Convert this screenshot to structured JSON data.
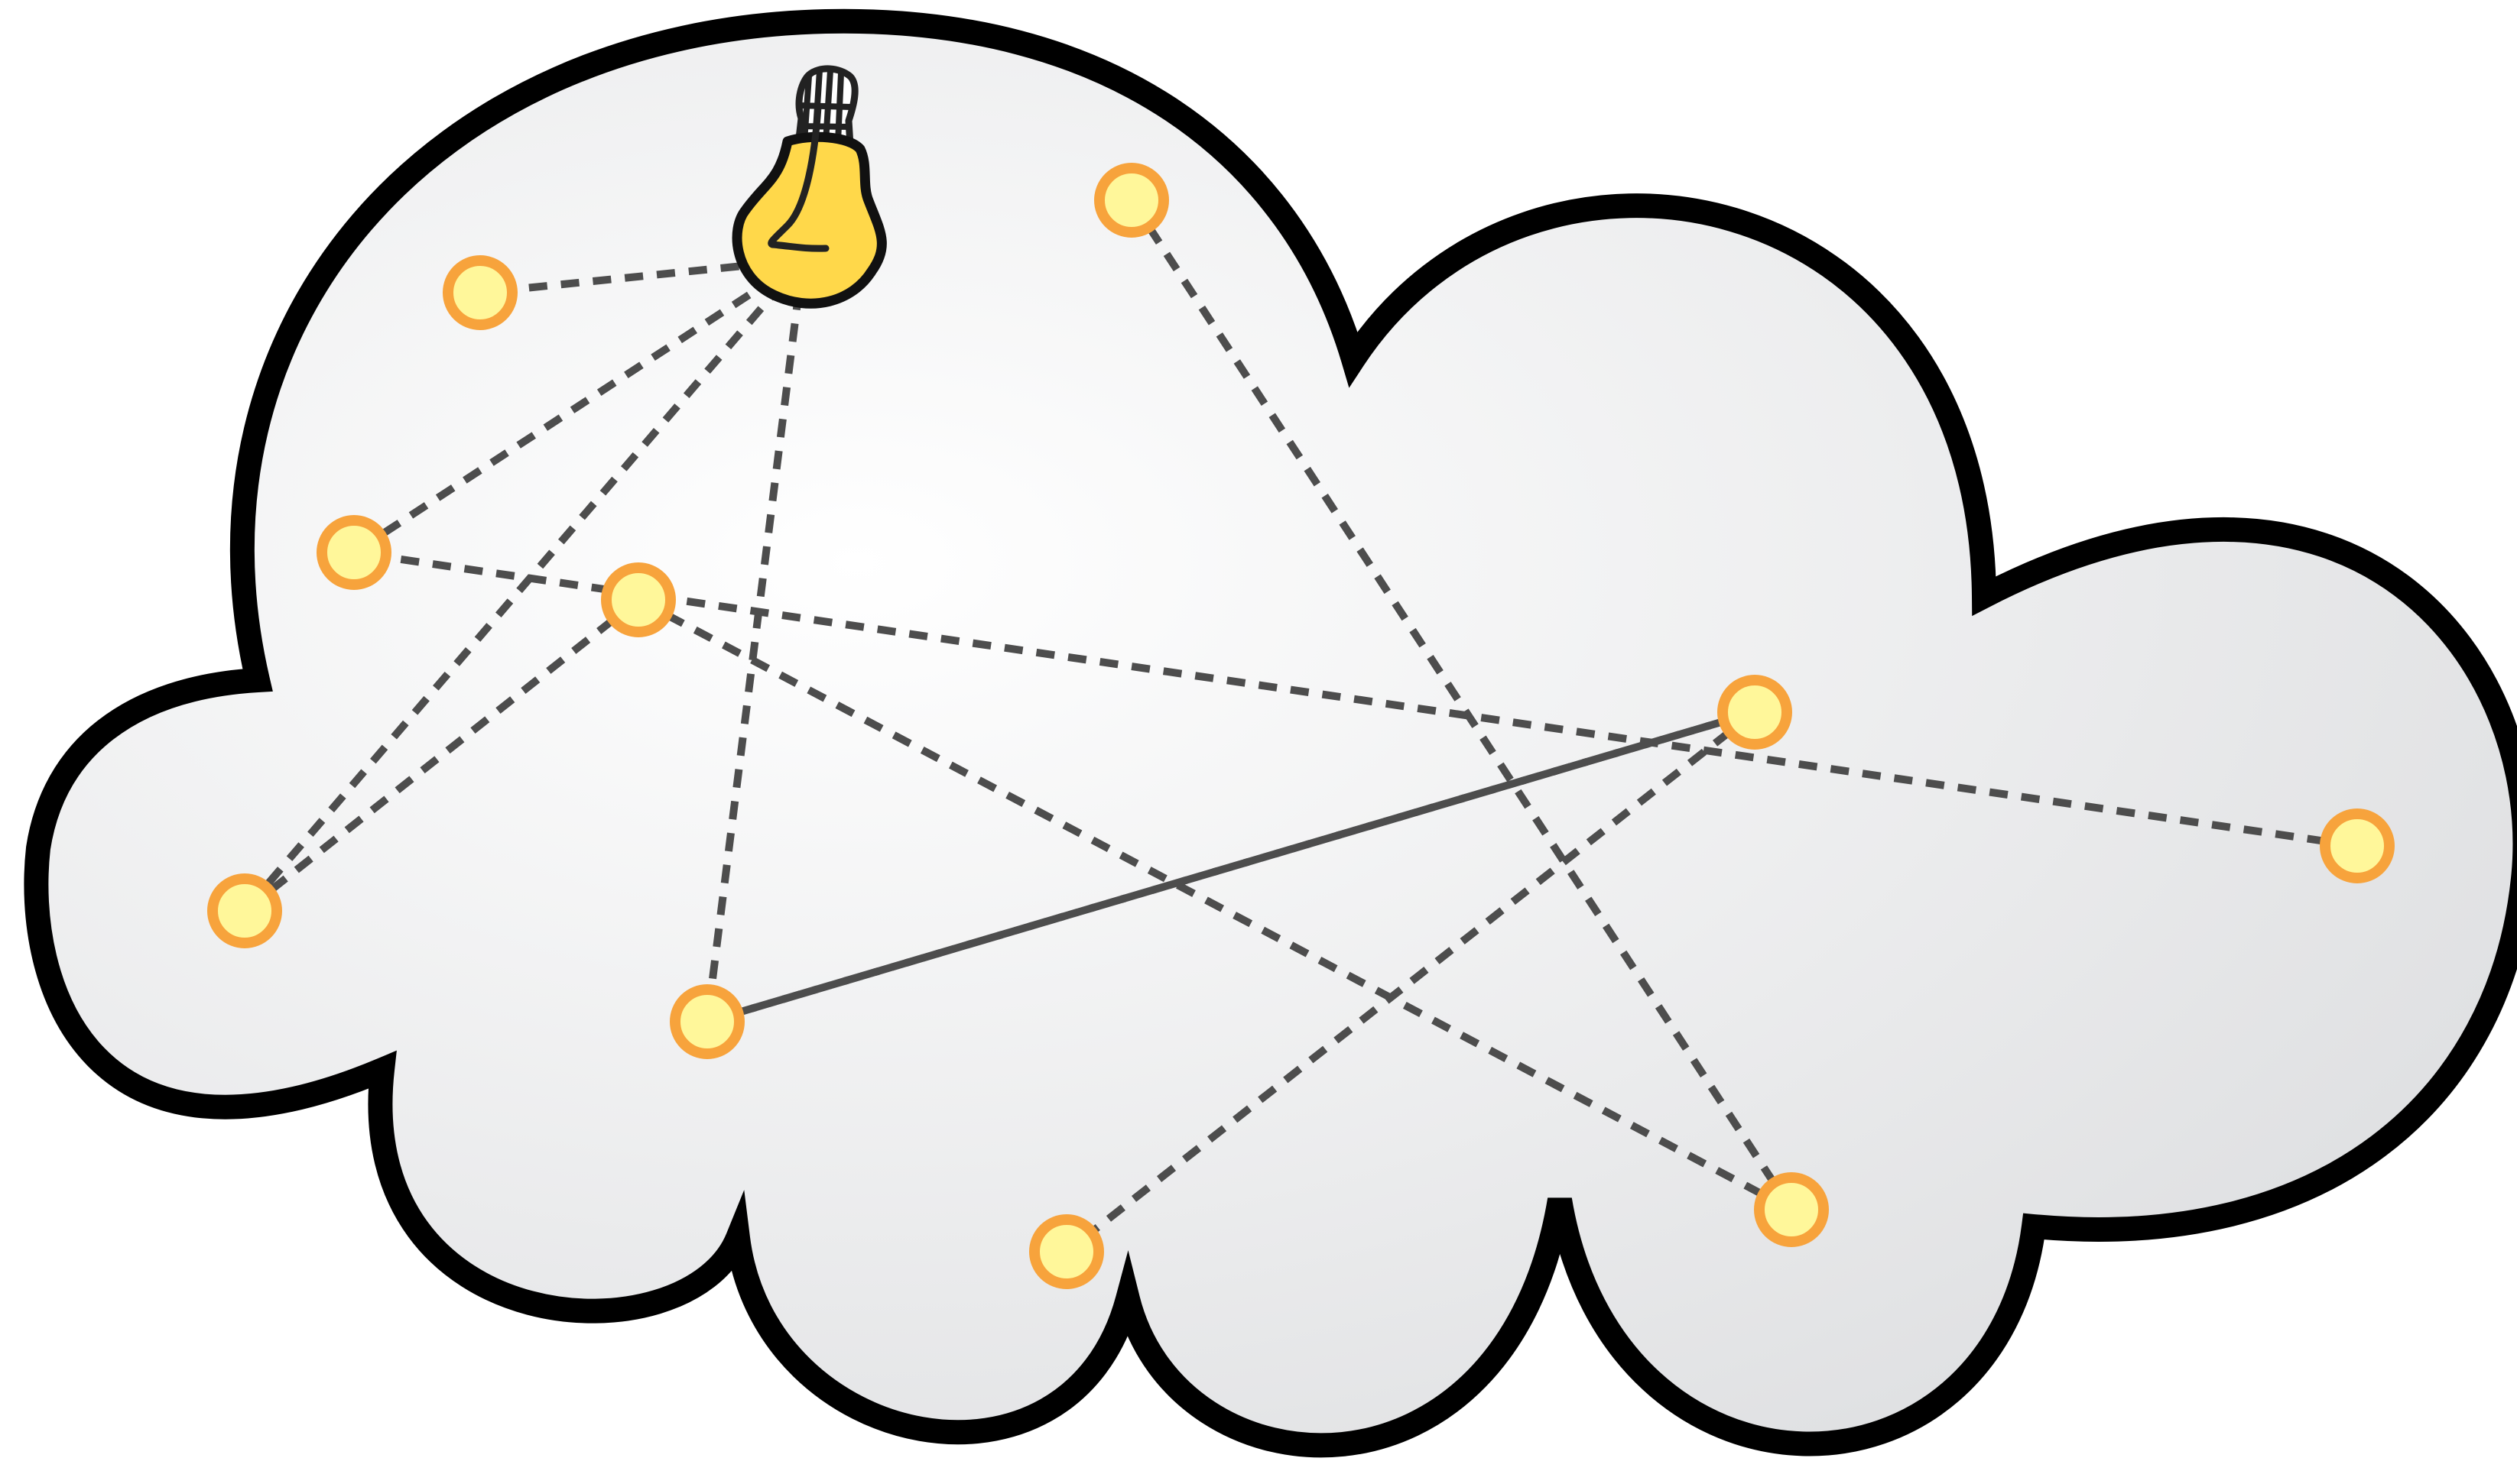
{
  "figure": {
    "description_free": true,
    "cloud": {
      "fill_center": "#ffffff",
      "fill_edge": "#dfe0e2",
      "outline": "#000000"
    },
    "bulb": {
      "icon": "lightbulb-icon",
      "glass_fill": "#ffd84a",
      "outline": "#222222"
    },
    "node_style": {
      "fill": "#fff79a",
      "ring": "#f7a33c"
    },
    "edge_style": {
      "color": "#4d4d4d",
      "pattern": "dashed"
    },
    "nodes": [
      {
        "id": "bulb"
      },
      {
        "id": "n1"
      },
      {
        "id": "n2"
      },
      {
        "id": "n3"
      },
      {
        "id": "n4"
      },
      {
        "id": "n5"
      },
      {
        "id": "n6"
      },
      {
        "id": "n7"
      },
      {
        "id": "n8"
      },
      {
        "id": "n9"
      },
      {
        "id": "n10"
      }
    ],
    "edges": [
      [
        "bulb",
        "n1"
      ],
      [
        "bulb",
        "n6"
      ],
      [
        "bulb",
        "n8"
      ],
      [
        "bulb",
        "n3"
      ],
      [
        "n2",
        "n10"
      ],
      [
        "n4",
        "n6"
      ],
      [
        "n4",
        "n10"
      ],
      [
        "n5",
        "n8"
      ],
      [
        "n5",
        "n9"
      ],
      [
        "n7",
        "n3"
      ],
      [
        "n8",
        "n5"
      ]
    ]
  }
}
